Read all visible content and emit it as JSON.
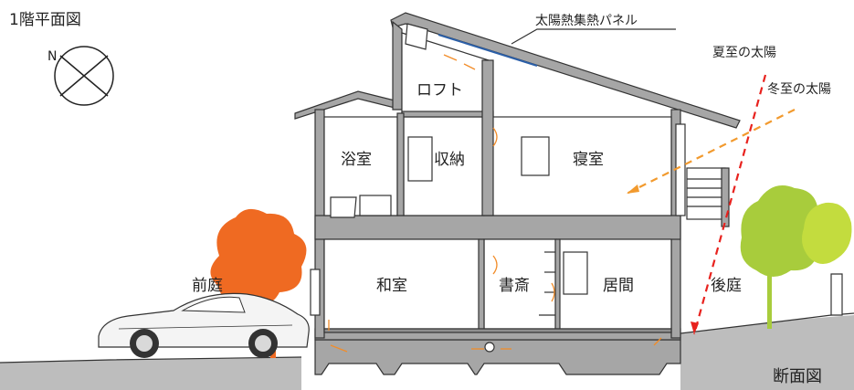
{
  "diagram": {
    "title": "1階平面図",
    "compass": {
      "label": "N"
    },
    "panel_label": "太陽熱集熱パネル",
    "sun": {
      "summer_label": "夏至の太陽",
      "winter_label": "冬至の太陽",
      "summer_color": "#e8221e",
      "winter_color": "#f29a2e"
    },
    "rooms": {
      "loft": "ロフト",
      "bath": "浴室",
      "storage": "収納",
      "bedroom": "寝室",
      "japanese_room": "和室",
      "study": "書斎",
      "living": "居間"
    },
    "yards": {
      "front": "前庭",
      "back": "後庭"
    },
    "section_label": "断面図",
    "colors": {
      "wall": "#a6a6a6",
      "panel": "#2b5fa8",
      "airflow": "#f28c28",
      "front_tree": "#ef6a22",
      "back_tree": "#a8cc3c",
      "ground": "#bdbdbd"
    }
  }
}
